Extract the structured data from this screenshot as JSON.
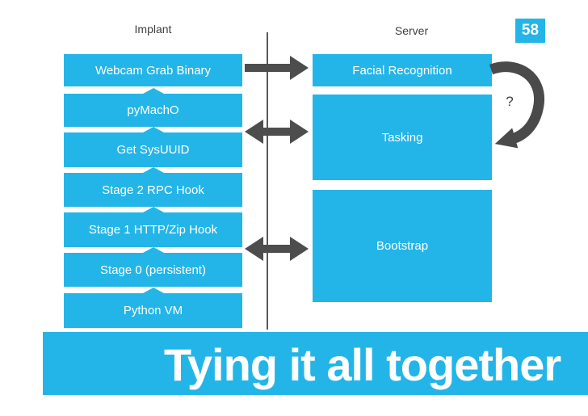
{
  "slide": {
    "number": "58",
    "title": "Tying it all together"
  },
  "implant": {
    "label": "Implant",
    "boxes": [
      "Webcam Grab Binary",
      "pyMachO",
      "Get SysUUID",
      "Stage 2 RPC Hook",
      "Stage 1 HTTP/Zip Hook",
      "Stage 0 (persistent)",
      "Python VM"
    ]
  },
  "server": {
    "label": "Server",
    "boxes": [
      "Facial Recognition",
      "Tasking",
      "Bootstrap"
    ]
  },
  "annotations": {
    "question_mark": "?"
  },
  "colors": {
    "accent_cyan": "#24b5e8",
    "arrow_gray": "#4d4d4d",
    "divider_gray": "#595959",
    "label_gray": "#3f3f3f",
    "box_text": "#ffffff"
  }
}
